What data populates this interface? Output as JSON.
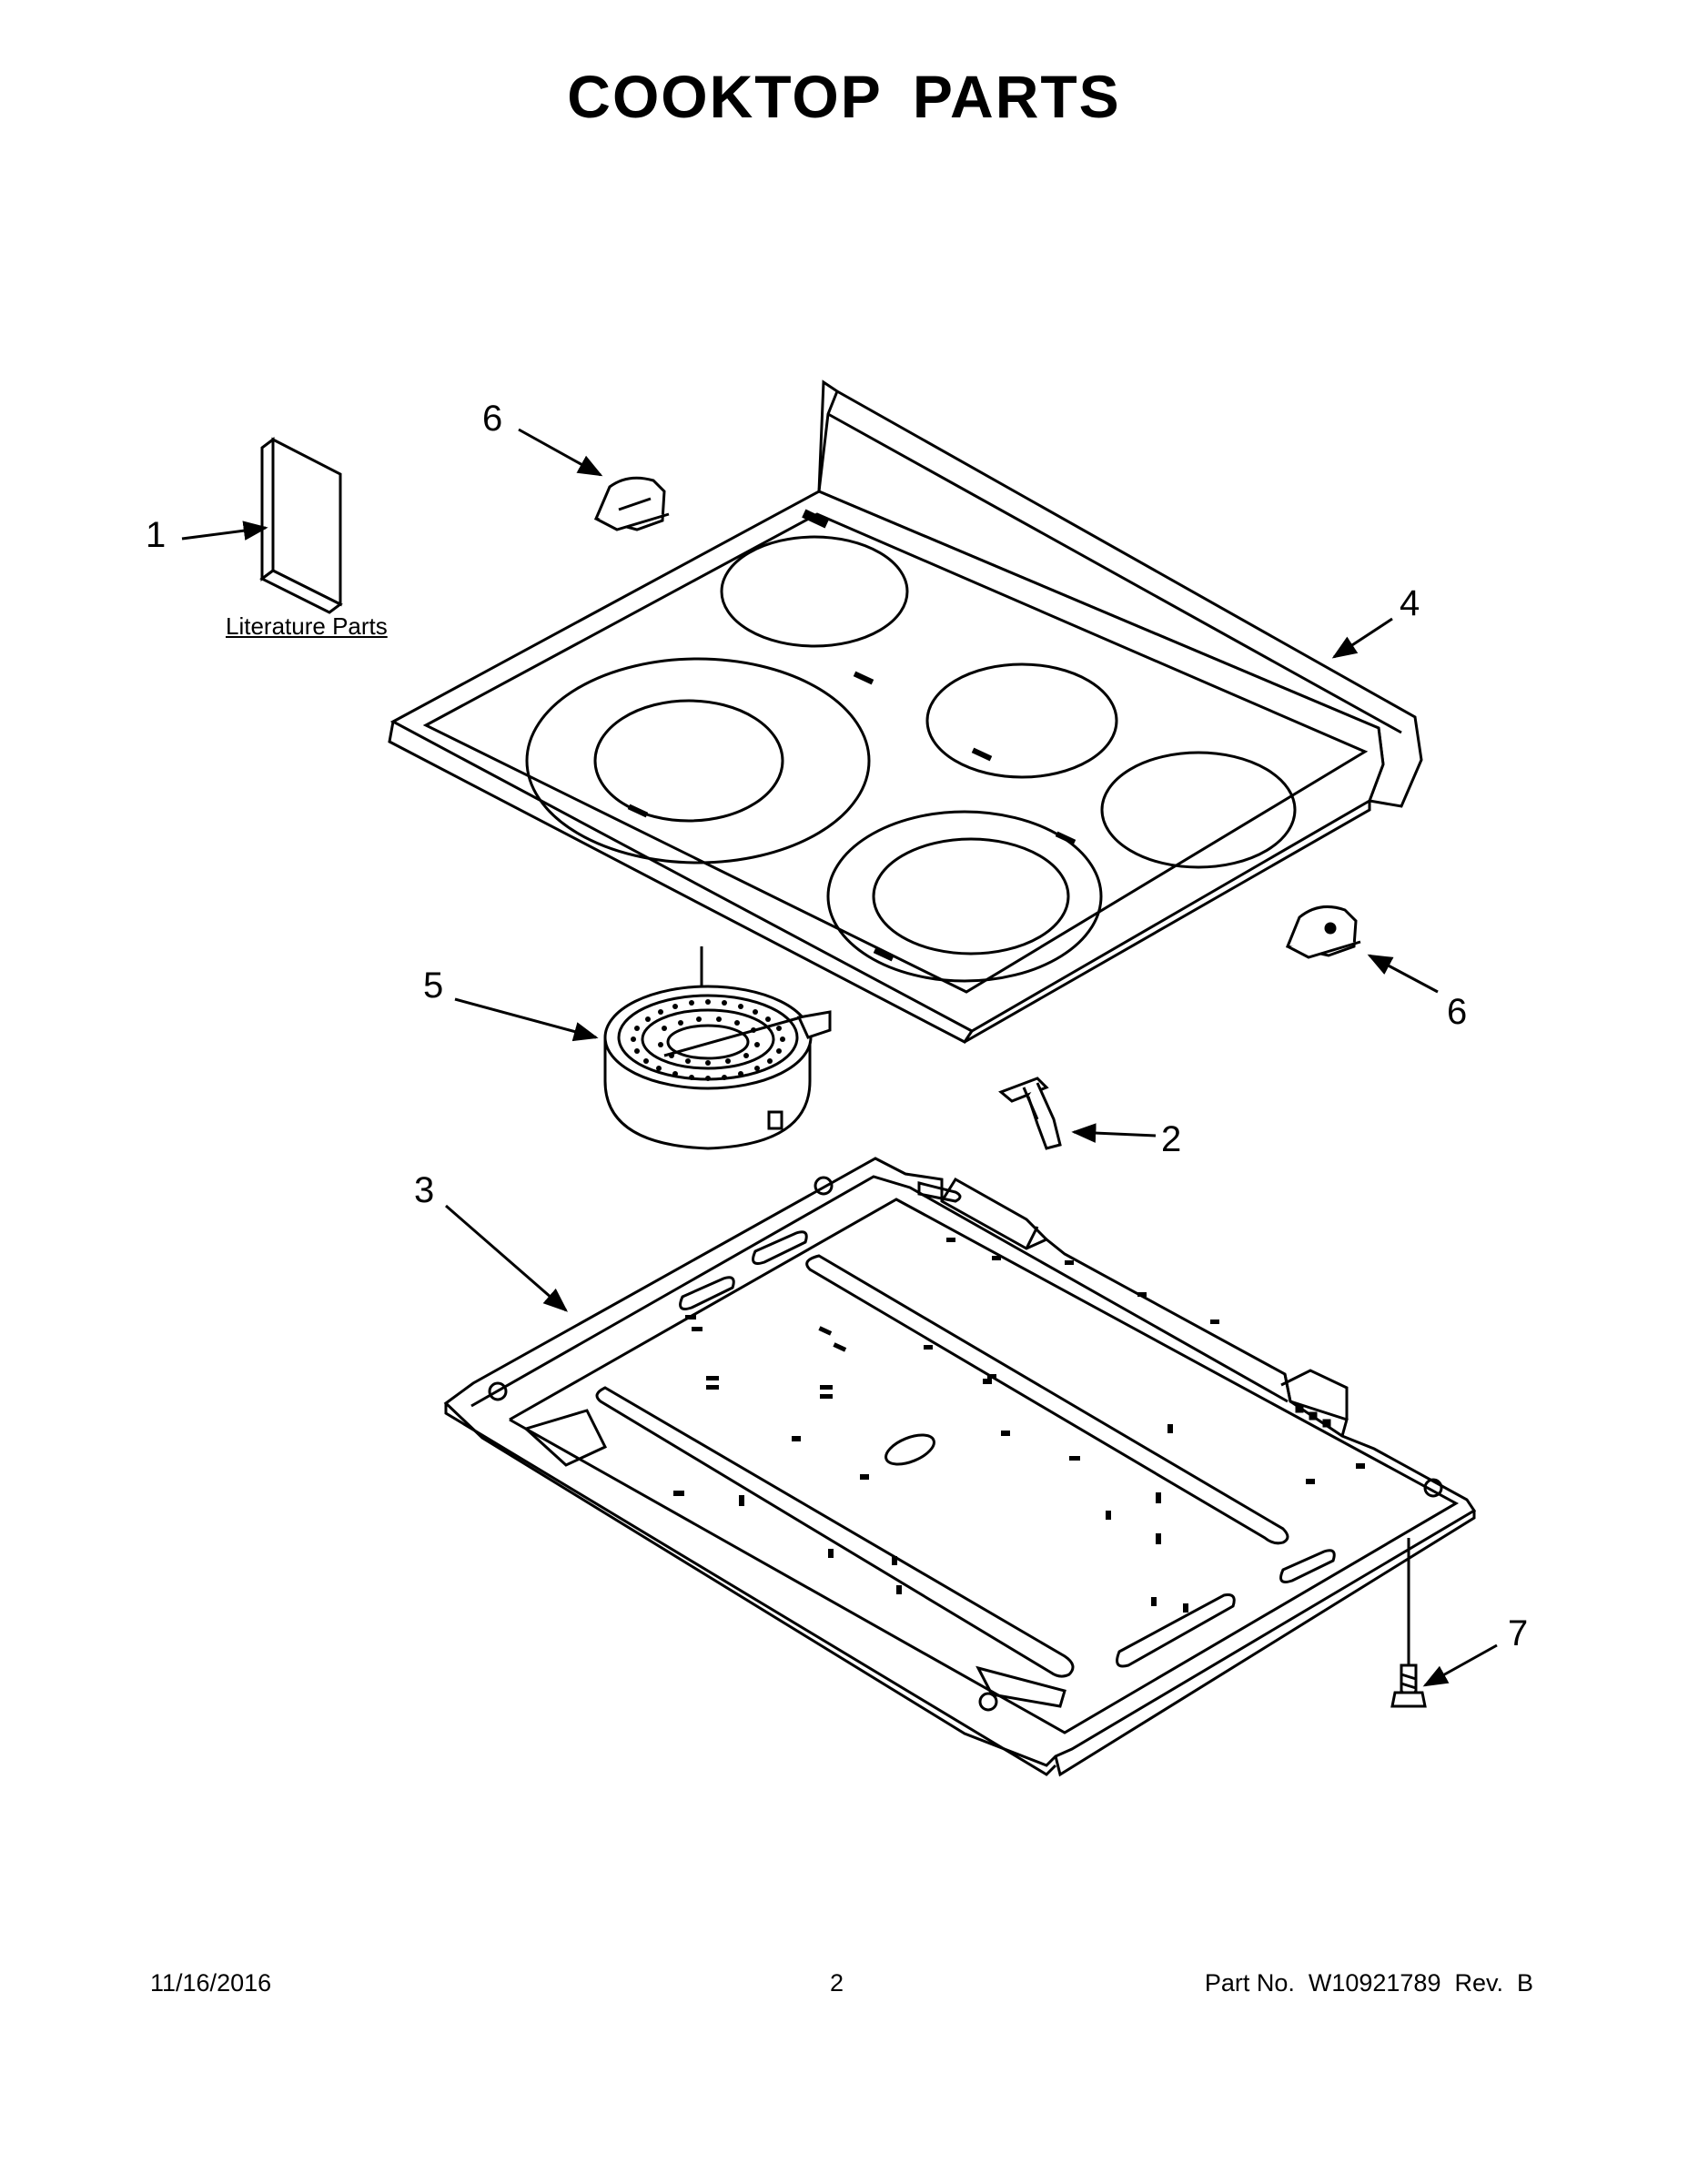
{
  "page": {
    "title": "COOKTOP PARTS",
    "literature_label": "Literature Parts"
  },
  "callouts": [
    {
      "id": "c1",
      "label": "1"
    },
    {
      "id": "c2",
      "label": "2"
    },
    {
      "id": "c3",
      "label": "3"
    },
    {
      "id": "c4",
      "label": "4"
    },
    {
      "id": "c5",
      "label": "5"
    },
    {
      "id": "c6a",
      "label": "6"
    },
    {
      "id": "c6b",
      "label": "6"
    },
    {
      "id": "c7",
      "label": "7"
    }
  ],
  "footer": {
    "date": "11/16/2016",
    "page_number": "2",
    "part_number": "Part No.  W10921789  Rev.  B"
  },
  "colors": {
    "line": "#000000",
    "background": "#ffffff"
  }
}
